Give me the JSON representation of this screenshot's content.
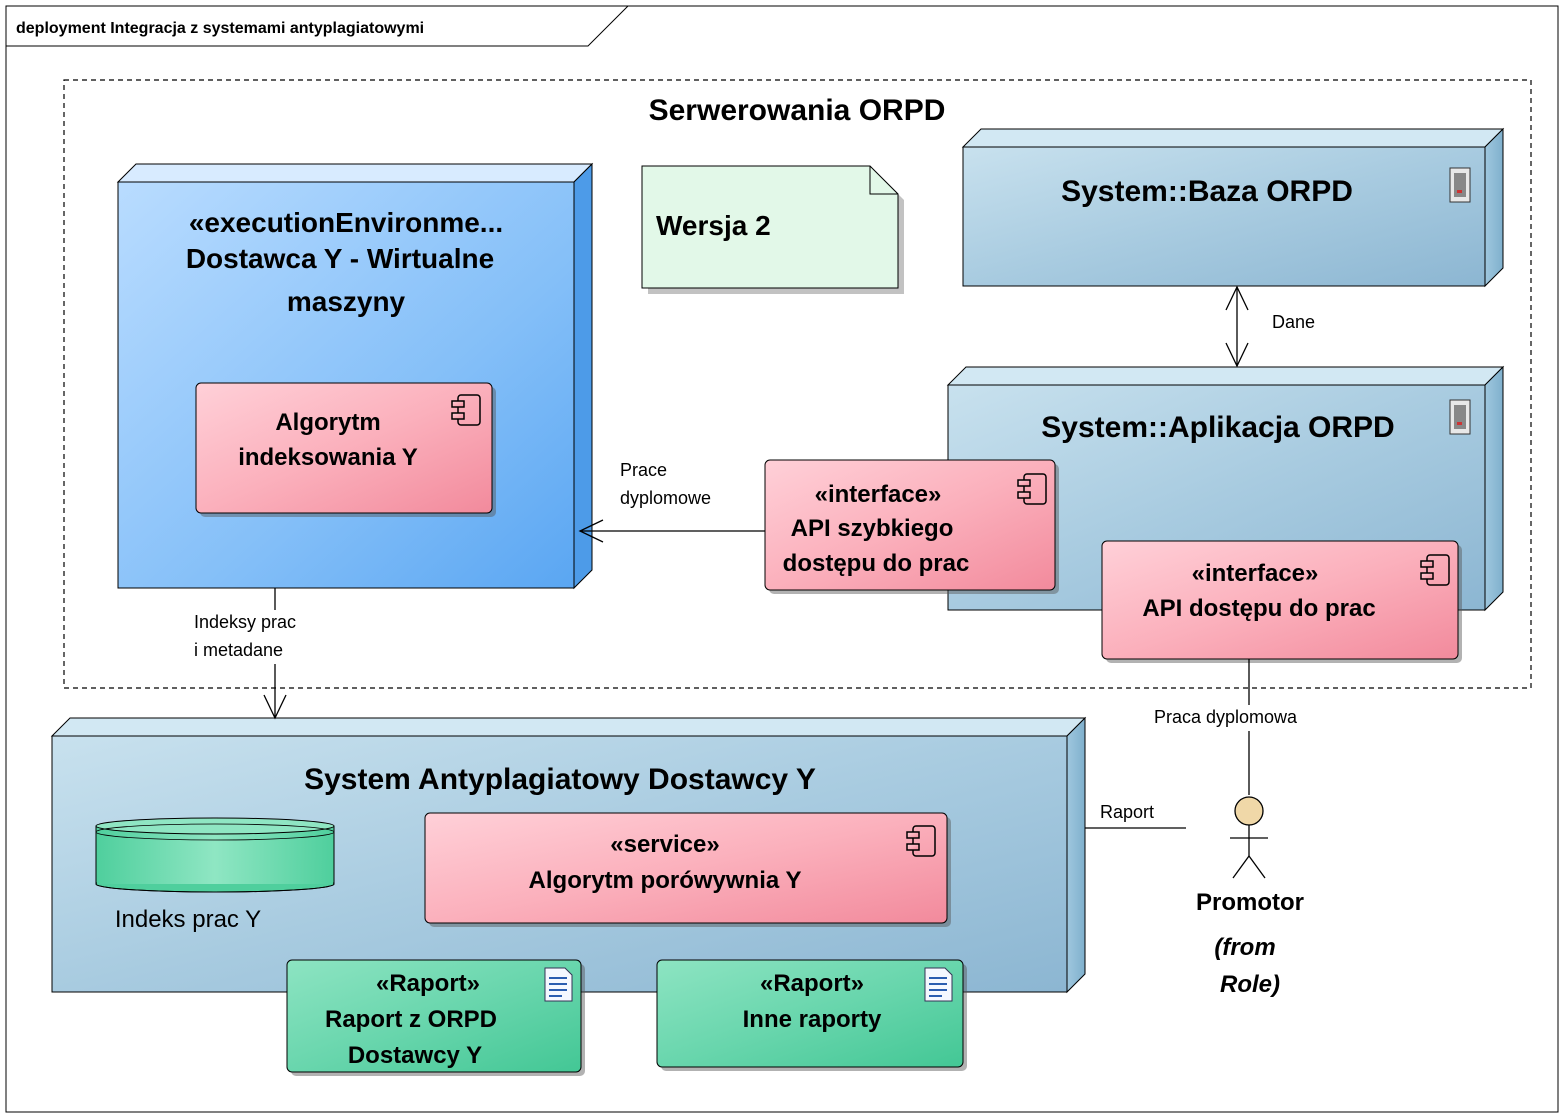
{
  "frame": {
    "title": "deployment Integracja z systemami antyplagiatowymi"
  },
  "boundary": {
    "title": "Serwerowania ORPD"
  },
  "note": {
    "text": "Wersja 2"
  },
  "nodes": {
    "vm": {
      "stereotype": "«executionEnvironme...",
      "name_line1": "Dostawca Y - Wirtualne",
      "name_line2": "maszyny"
    },
    "baza": {
      "name": "System::Baza ORPD"
    },
    "aplikacja": {
      "name": "System::Aplikacja ORPD"
    },
    "antyplagiat": {
      "name": "System Antyplagiatowy Dostawcy Y"
    }
  },
  "components": {
    "algorytm_indeksowania": {
      "line1": "Algorytm",
      "line2": "indeksowania Y"
    },
    "api_szybkiego": {
      "stereotype": "«interface»",
      "line1": "API szybkiego",
      "line2": "dostępu do prac"
    },
    "api_dostepu": {
      "stereotype": "«interface»",
      "line1": "API dostępu do prac"
    },
    "algorytm_porownywania": {
      "stereotype": "«service»",
      "line1": "Algorytm porówywnia Y"
    }
  },
  "artifacts": {
    "raport_orpd": {
      "stereotype": "«Raport»",
      "line1": "Raport z ORPD",
      "line2": "Dostawcy Y"
    },
    "inne_raporty": {
      "stereotype": "«Raport»",
      "line1": "Inne raporty"
    }
  },
  "datastore": {
    "label": "Indeks prac Y"
  },
  "actor": {
    "name": "Promotor",
    "origin_line1": "(from",
    "origin_line2": "Role)"
  },
  "connectors": {
    "dane": "Dane",
    "prace_line1": "Prace",
    "prace_line2": "dyplomowe",
    "indeksy_line1": "Indeksy prac",
    "indeksy_line2": "i metadane",
    "praca_dyplomowa": "Praca dyplomowa",
    "raport": "Raport"
  },
  "colors": {
    "vm_fill": "#6fb1f5",
    "node_fill": "#a9cbe0",
    "component_fill": "#f7a4b0",
    "artifact_fill": "#5fd0a8",
    "note_fill": "#e2f8e8",
    "datastore_fill": "#6ed9ae",
    "actor_head": "#f0d8a8"
  }
}
